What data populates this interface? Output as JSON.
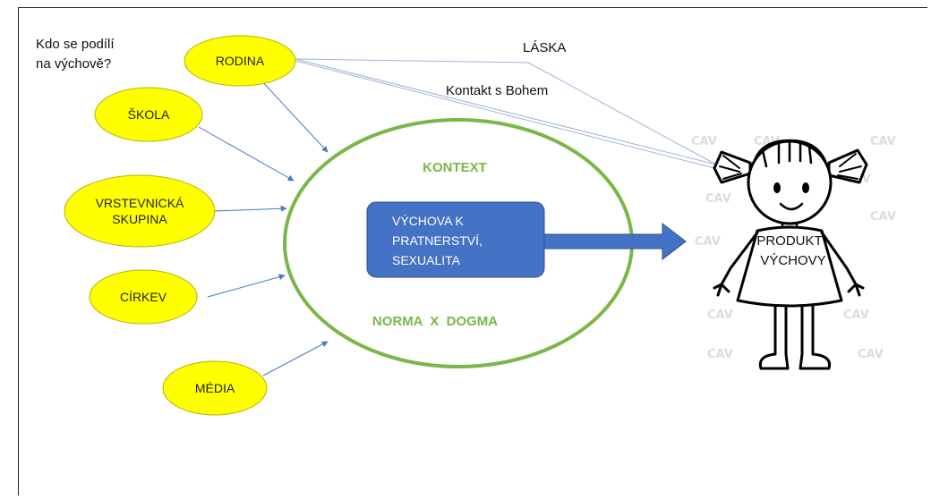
{
  "question": {
    "line1": "Kdo se podílí",
    "line2": "na výchově?"
  },
  "influences": [
    {
      "id": "rodina",
      "lines": [
        "RODINA"
      ]
    },
    {
      "id": "skola",
      "lines": [
        "ŠKOLA"
      ]
    },
    {
      "id": "vrstevnicka",
      "lines": [
        "VRSTEVNICKÁ",
        "SKUPINA"
      ]
    },
    {
      "id": "cirkev",
      "lines": [
        "CÍRKEV"
      ]
    },
    {
      "id": "media",
      "lines": [
        "MÉDIA"
      ]
    }
  ],
  "direct_links": {
    "laska": "LÁSKA",
    "kontakt": "Kontakt s Bohem"
  },
  "context_circle": {
    "top_label": "KONTEXT",
    "bottom_label": "NORMA  X  DOGMA"
  },
  "center_box": {
    "line1": "VÝCHOVA K",
    "line2": "PRATNERSTVÍ,",
    "line3": "SEXUALITA"
  },
  "product": {
    "line1": "PRODUKT",
    "line2": "VÝCHOVY"
  },
  "watermark_text": "CAV",
  "colors": {
    "oval_fill": "#ffff00",
    "oval_stroke": "#b3b300",
    "circle_stroke": "#7ab648",
    "box_fill": "#4472c4",
    "arrow_line": "#4a78c6",
    "text_green": "#7ab648"
  }
}
